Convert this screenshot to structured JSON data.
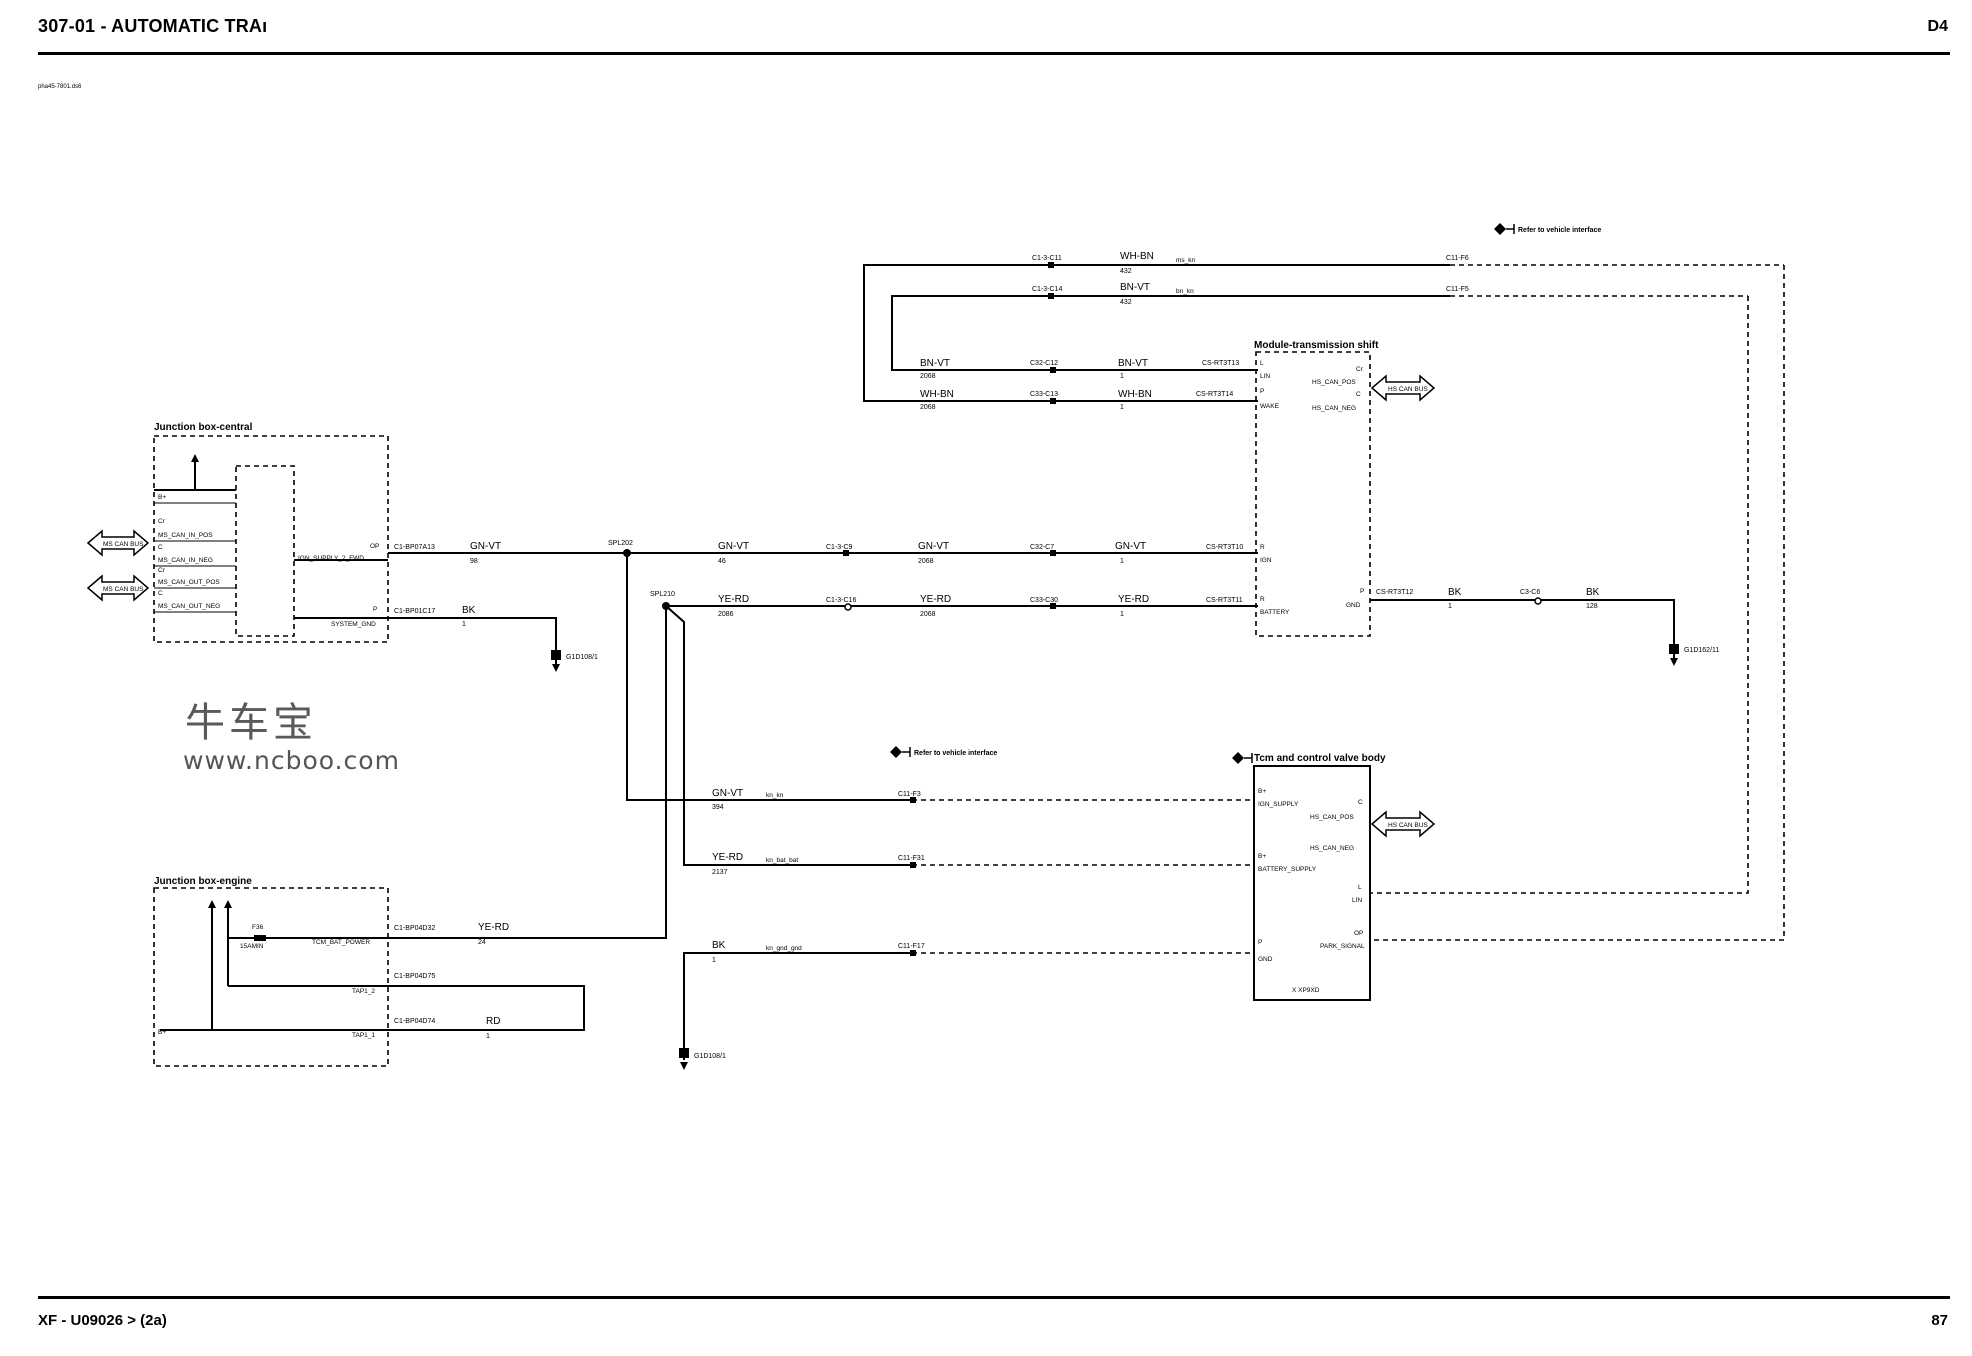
{
  "header": {
    "title": "307-01 - AUTOMATIC TRAı",
    "page_code": "D4"
  },
  "diagram_id": "pha45-7801.ds6",
  "footer": {
    "left": "XF   - U09026 >  (2a)",
    "right": "87"
  },
  "watermark": {
    "cn": "牛车宝",
    "url": "www.ncboo.com"
  },
  "refs": {
    "vehicle_interface_top": "Refer to vehicle interface",
    "vehicle_interface_mid": "Refer to vehicle interface"
  },
  "components": {
    "jb_central": "Junction box-central",
    "jb_engine": "Junction box-engine",
    "module_shift": "Module-transmission shift",
    "tcm": "Tcm and control valve body",
    "tcm_code": "X XP9XD"
  },
  "jbc_pins": {
    "b": "B+",
    "cr": "Cr",
    "can_in_pos": "MS_CAN_IN_POS",
    "c1": "C",
    "can_in_neg": "MS_CAN_IN_NEG",
    "can_out_pos": "MS_CAN_OUT_POS",
    "c2": "C",
    "can_out_neg": "MS_CAN_OUT_NEG",
    "op": "OP",
    "ign_supply": "IGN_SUPPLY_2_FWD",
    "p": "P",
    "system_gnd": "SYSTEM_GND"
  },
  "jbe_pins": {
    "fuse": "F36",
    "fuse_rating": "15AMIN",
    "tcm_bat": "TCM_BAT_POWER",
    "tap2": "TAP1_2",
    "tap1": "TAP1_1",
    "bplus": "B+"
  },
  "shift_pins": {
    "l": "L",
    "lin": "LIN",
    "p": "P",
    "wake": "WAKE",
    "cr": "Cr",
    "hs_pos": "HS_CAN_POS",
    "c": "C",
    "hs_neg": "HS_CAN_NEG",
    "r1": "R",
    "ign": "IGN",
    "r2": "R",
    "battery": "BATTERY",
    "p2": "P",
    "gnd": "GND"
  },
  "tcm_pins": {
    "b1": "B+",
    "ign_supply": "IGN_SUPPLY",
    "c1": "C",
    "hs_pos": "HS_CAN_POS",
    "hs_neg": "HS_CAN_NEG",
    "b2": "B+",
    "bat_supply": "BATTERY_SUPPLY",
    "l": "L",
    "lin": "LIN",
    "p": "P",
    "gnd": "GND",
    "op": "OP",
    "park": "PARK_SIGNAL"
  },
  "arrows": {
    "ms_can": "MS CAN BUS",
    "hs_can": "HS CAN BUS"
  },
  "connectors": {
    "c1": "C1-BP07A13",
    "c2": "C1-BP01C17",
    "c3": "C1-BP04D32",
    "c4": "C1-BP04D75",
    "c5": "C1-BP04D74",
    "c13a": "C1-3-C11",
    "c13b": "C1-3-C14",
    "c32a": "C32-C12",
    "c32b": "C33-C13",
    "cs1": "CS-RT3T13",
    "cs2": "CS-RT3T14",
    "c1f6": "C11-F6",
    "c1f5": "C11-F5",
    "c13c": "C1-3-C9",
    "c32c": "C32-C7",
    "cs3": "CS-RT3T10",
    "c13d": "C1-3-C16",
    "c32d": "C33-C30",
    "cs4": "CS-RT3T11",
    "cs5": "CS-RT3T12",
    "c3c6": "C3-C6",
    "c1f3": "C11-F3",
    "c1f31": "C11-F31",
    "c1f17": "C11-F17",
    "spl1": "SPL202",
    "spl2": "SPL210",
    "g1": "G1D108/1",
    "g2": "G1D162/11",
    "g3": "G1D108/1"
  },
  "wires": {
    "whbn": "WH-BN",
    "bnvt": "BN-VT",
    "gnvt": "GN-VT",
    "yerd": "YE-RD",
    "bk": "BK",
    "rd": "RD",
    "n432": "432",
    "n2068": "2068",
    "n1": "1",
    "n98": "98",
    "n46": "46",
    "n2086": "2086",
    "n24": "24",
    "n128": "128",
    "n394": "394",
    "n2137": "2137",
    "ms_kn": "ms_kn",
    "bn_kn": "bn_kn",
    "kn_kn": "kn_kn",
    "ign_bat": "kn_bat_bat",
    "kn_gnd": "kn_gnd_gnd"
  }
}
